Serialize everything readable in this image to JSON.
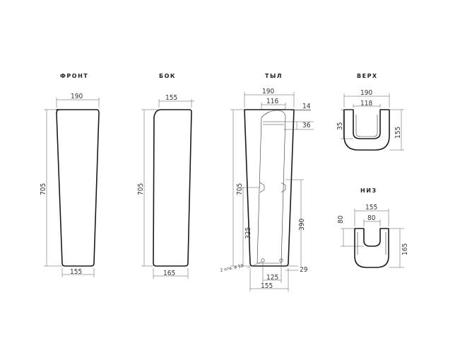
{
  "views": {
    "front": {
      "title": "ФРОНТ",
      "top_width": "190",
      "height": "705",
      "bottom_width": "155"
    },
    "side": {
      "title": "БОК",
      "top_width": "155",
      "height": "705",
      "bottom_width": "165"
    },
    "back": {
      "title": "ТЫЛ",
      "top_width": "190",
      "inner_width": "116",
      "top_offset": "14",
      "inner_offset": "36",
      "height": "705",
      "lower_height": "325",
      "opening_height": "390",
      "holes_note": "2 отв. ø 10",
      "bottom_offset": "29",
      "hole_spacing": "125",
      "bottom_width": "155"
    },
    "top": {
      "title": "ВЕРХ",
      "outer_width": "190",
      "inner_width": "118",
      "depth_inner": "35",
      "depth_outer": "155"
    },
    "bottom": {
      "title": "НИЗ",
      "outer_width": "155",
      "inner_width": "80",
      "depth_inner": "80",
      "depth_outer": "165"
    }
  },
  "colors": {
    "line": "#1a1a1a",
    "text": "#333333"
  }
}
